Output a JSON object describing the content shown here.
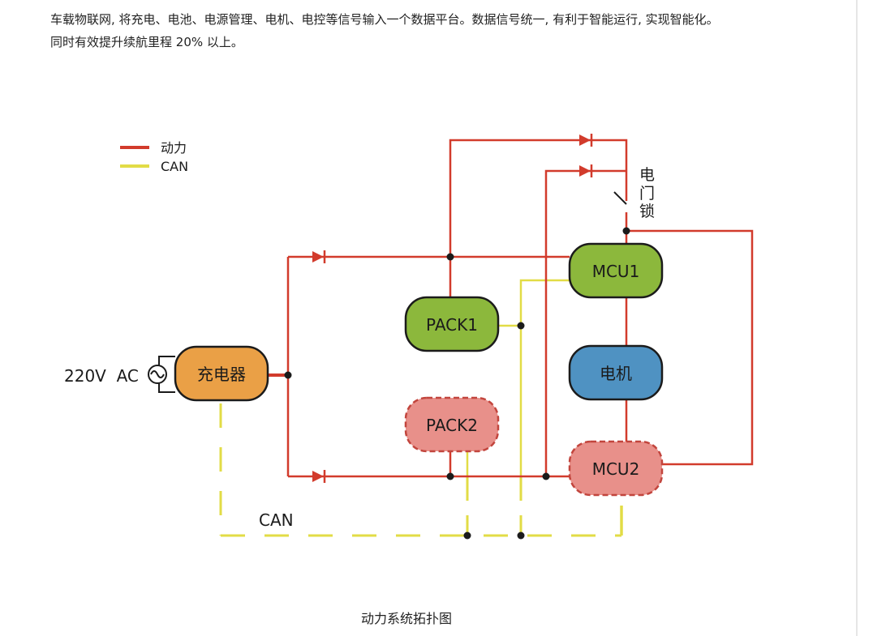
{
  "intro": {
    "line1": "车载物联网, 将充电、电池、电源管理、电机、电控等信号输入一个数据平台。数据信号统一, 有利于智能运行, 实现智能化。",
    "line2": "同时有效提升续航里程 20% 以上。"
  },
  "legend": {
    "power": "动力",
    "can": "CAN"
  },
  "colors": {
    "power_wire": "#d23b2c",
    "can_wire": "#e2dc46",
    "charger": "#eaa046",
    "pack1": "#8cb83c",
    "mcu1": "#8cb83c",
    "motor": "#4f92c2",
    "pack2": "#e8908a",
    "mcu2": "#e8908a"
  },
  "diagram": {
    "ac_source": "220V  AC",
    "charger": "充电器",
    "pack1": "PACK1",
    "pack2": "PACK2",
    "mcu1": "MCU1",
    "motor": "电机",
    "mcu2": "MCU2",
    "door_lock": [
      "电",
      "门",
      "锁"
    ],
    "can_bus": "CAN"
  },
  "caption": "动力系统拓扑图"
}
